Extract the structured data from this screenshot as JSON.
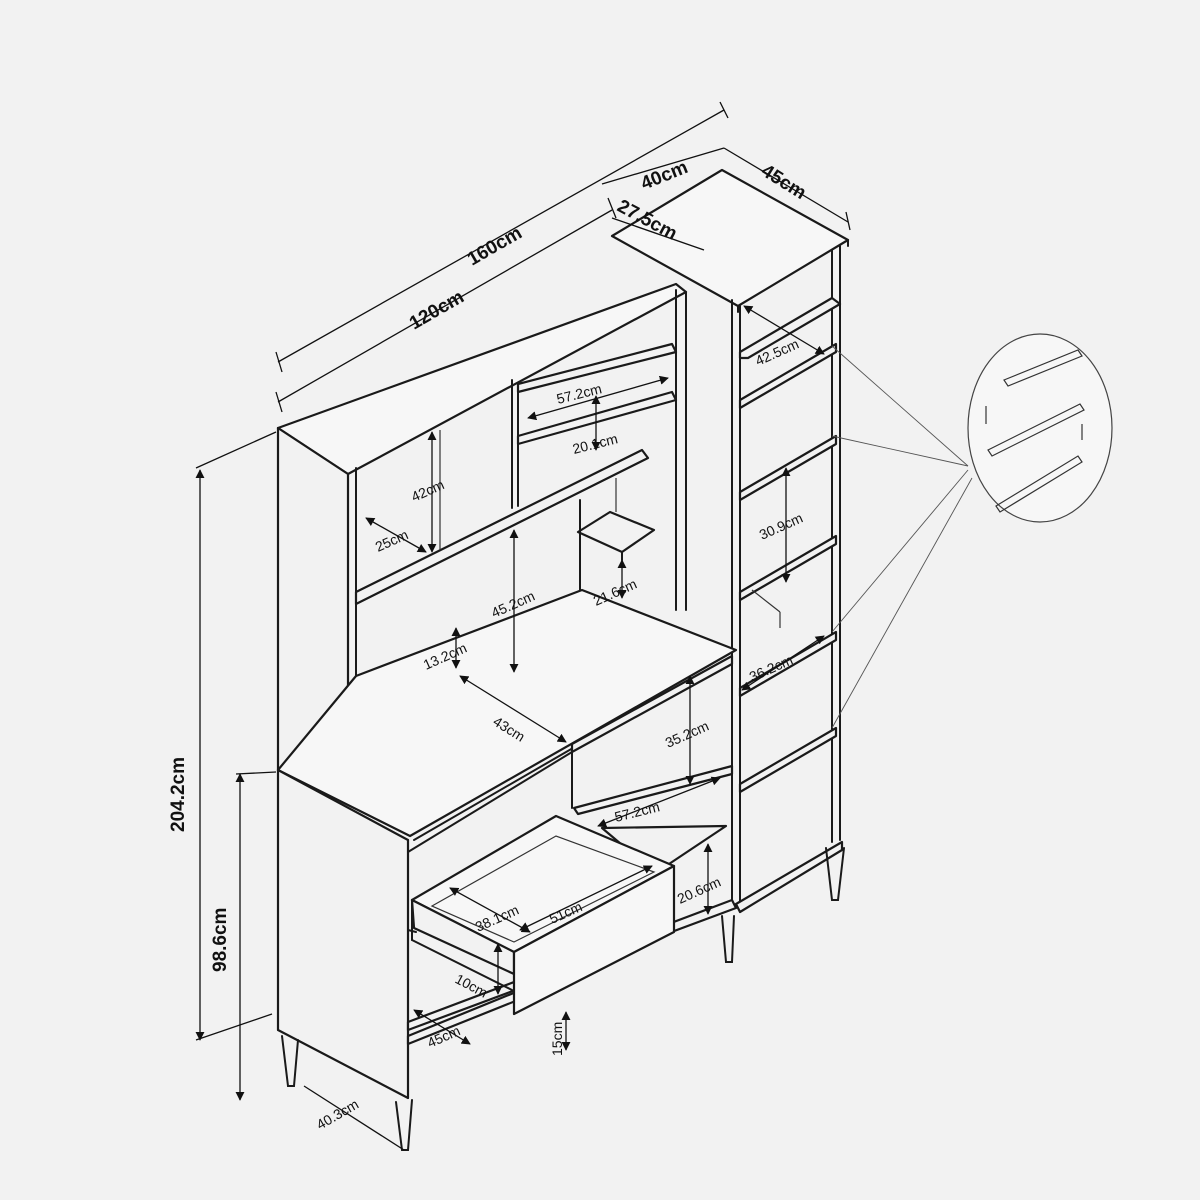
{
  "labels": {
    "total_width": "160cm",
    "hutch_width": "120cm",
    "side_depth_top": "40cm",
    "side_depth_right": "45cm",
    "hutch_depth": "27.5cm",
    "total_height": "204.2cm",
    "base_height": "98.6cm",
    "base_depth": "40.3cm",
    "upper_cubby_width": "57.2cm",
    "upper_cubby_height": "20.1cm",
    "left_cubby_height": "42cm",
    "left_cubby_depth": "25cm",
    "center_opening_height": "45.2cm",
    "small_shelf_height": "21.6cm",
    "desk_gap": "13.2cm",
    "desk_depth": "43cm",
    "lower_shelf_height": "35.2cm",
    "lower_cubby_width": "57.2cm",
    "lower_cubby_height": "20.6cm",
    "drawer_depth": "38.1cm",
    "drawer_width": "51cm",
    "drawer_height": "10cm",
    "bottom_shelf_depth": "45cm",
    "leg_height": "15cm",
    "side_shelf_top": "42.5cm",
    "side_shelf_gap": "30.9cm",
    "side_shelf_depth": "36.2cm"
  }
}
